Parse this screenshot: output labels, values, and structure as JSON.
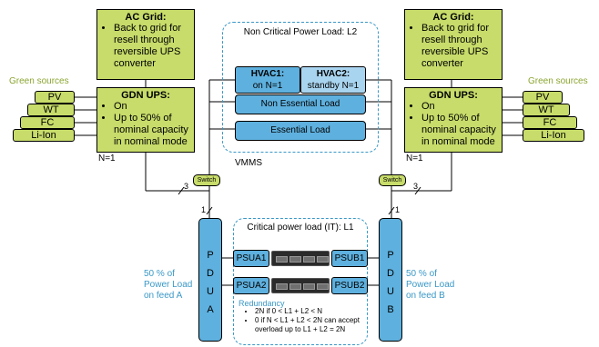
{
  "ac_grid": {
    "title": "AC Grid:",
    "bullet": "Back to grid for resell through reversible UPS converter"
  },
  "gdn_ups": {
    "title": "GDN UPS:",
    "bullets": [
      "On",
      "Up to 50% of nominal capacity in nominal mode"
    ],
    "redundancy": "N=1"
  },
  "green_sources": {
    "label": "Green sources",
    "items": [
      "PV",
      "WT",
      "FC",
      "Li-Ion"
    ]
  },
  "non_critical": {
    "title": "Non Critical Power Load: L2",
    "hvac1_title": "HVAC1:",
    "hvac1_sub": "on N=1",
    "hvac2_title": "HVAC2:",
    "hvac2_sub": "standby N=1",
    "non_essential": "Non Essential Load",
    "essential": "Essential Load",
    "vmms": "VMMS"
  },
  "switch_label": "Switch",
  "line_counts": {
    "three": "3",
    "one": "1"
  },
  "critical": {
    "title": "Critical power load (IT): L1",
    "psua1": "PSUA1",
    "psua2": "PSUA2",
    "psub1": "PSUB1",
    "psub2": "PSUB2",
    "redundancy_title": "Redundancy",
    "redundancy_items": [
      "2N if 0 < L1 + L2 < N",
      "0 if N < L1 + L2 < 2N can accept overload up to L1 + L2 = 2N"
    ]
  },
  "pdu_letters_a": [
    "P",
    "D",
    "U",
    "A"
  ],
  "pdu_letters_b": [
    "P",
    "D",
    "U",
    "B"
  ],
  "feed_a": "50 % of Power Load on feed A",
  "feed_b": "50 % of Power Load on feed B",
  "colors": {
    "green": "#c7dc6a",
    "blue": "#5eb0de",
    "light_blue": "#a9d4ef",
    "teal_text": "#3a98c7"
  }
}
